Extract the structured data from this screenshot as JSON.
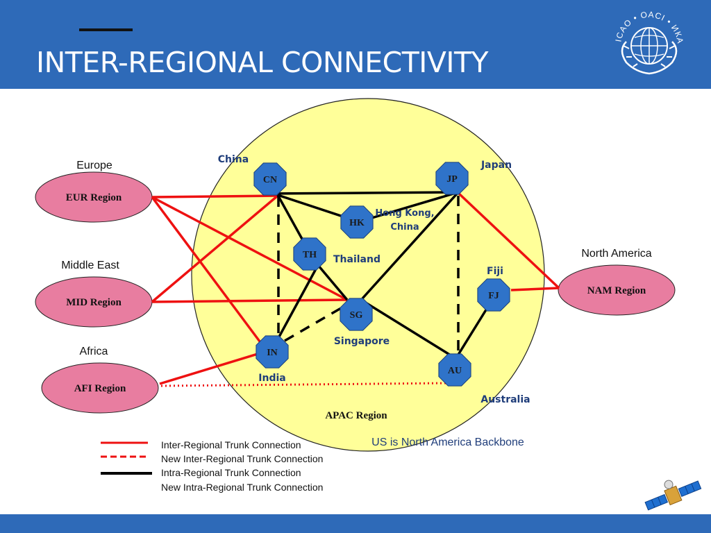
{
  "header": {
    "title": "INTER-REGIONAL CONNECTIVITY",
    "logo_text": "ICAO • OACI • ИКАО"
  },
  "diagram": {
    "apac_label": "APAC Region",
    "regions": {
      "eur": {
        "area": "Europe",
        "label": "EUR Region"
      },
      "mid": {
        "area": "Middle East",
        "label": "MID Region"
      },
      "afi": {
        "area": "Africa",
        "label": "AFI Region"
      },
      "nam": {
        "area": "North America",
        "label": "NAM Region"
      }
    },
    "nodes": {
      "cn": {
        "code": "CN",
        "name": "China"
      },
      "jp": {
        "code": "JP",
        "name": "Japan"
      },
      "hk": {
        "code": "HK",
        "name_line1": "Hong Kong,",
        "name_line2": "China"
      },
      "th": {
        "code": "TH",
        "name": "Thailand"
      },
      "sg": {
        "code": "SG",
        "name": "Singapore"
      },
      "in": {
        "code": "IN",
        "name": "India"
      },
      "fj": {
        "code": "FJ",
        "name": "Fiji"
      },
      "au": {
        "code": "AU",
        "name": "Australia"
      }
    },
    "note": "US is North America Backbone"
  },
  "legend": {
    "items": [
      "Inter-Regional Trunk Connection",
      "New Inter-Regional Trunk Connection",
      "Intra-Regional Trunk Connection",
      "New Intra-Regional Trunk Connection"
    ]
  },
  "colors": {
    "header": "#2e6ab8",
    "apac_fill": "#ffff99",
    "region_fill": "#e87da0",
    "node_fill": "#2f73c9",
    "inter_link": "#ee1111",
    "intra_link": "#000000"
  }
}
